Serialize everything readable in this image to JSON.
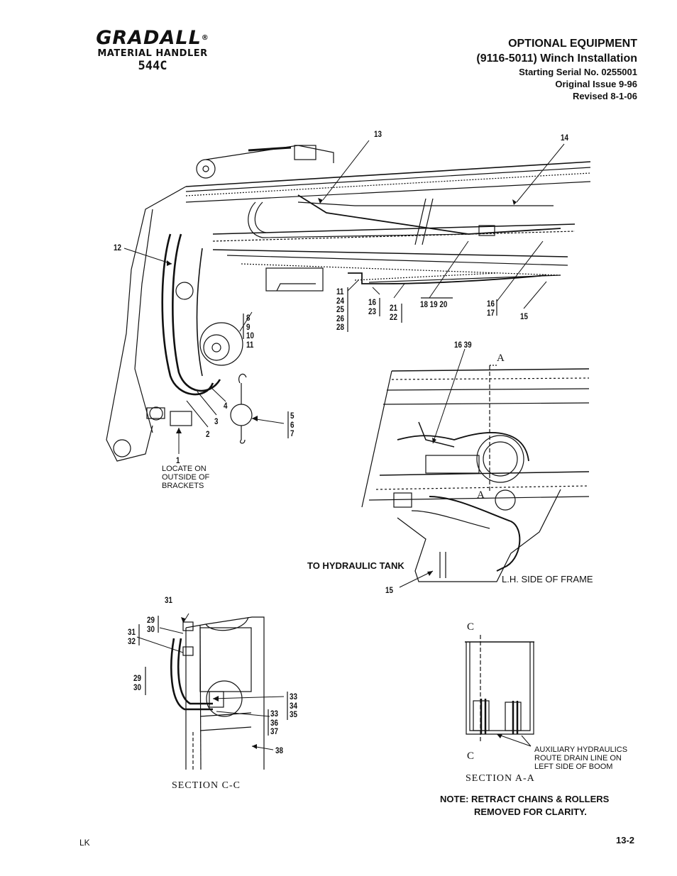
{
  "brand": {
    "logo": "GRADALL",
    "reg": "®",
    "line1": "MATERIAL HANDLER",
    "line2": "544C"
  },
  "header": {
    "title": "OPTIONAL EQUIPMENT",
    "subtitle": "(9116-5011) Winch Installation",
    "serial": "Starting Serial No. 0255001",
    "issue": "Original Issue 9-96",
    "revised": "Revised 8-1-06"
  },
  "callouts": {
    "c1": "1",
    "c2": "2",
    "c3": "3",
    "c4": "4",
    "c5": [
      "5",
      "6",
      "7"
    ],
    "c8": [
      "8",
      "9",
      "10",
      "11"
    ],
    "c11": [
      "11",
      "24",
      "25",
      "26",
      "28"
    ],
    "c12": "12",
    "c13": "13",
    "c14": "14",
    "c15a": "15",
    "c16a": [
      "16",
      "23"
    ],
    "c16b": [
      "16",
      "17"
    ],
    "c16c": "16  39",
    "c18": "18 19 20",
    "c21": [
      "21",
      "22"
    ],
    "c15b": "15",
    "c31a": "31",
    "c29a": [
      "29",
      "30"
    ],
    "c31b": [
      "31",
      "32"
    ],
    "c29b": [
      "29",
      "30"
    ],
    "c33a": [
      "33",
      "34",
      "35"
    ],
    "c33b": [
      "33",
      "36",
      "37"
    ],
    "c38": "38"
  },
  "notes": {
    "locate": [
      "LOCATE ON",
      "OUTSIDE OF",
      "BRACKETS"
    ],
    "tank": "TO HYDRAULIC TANK",
    "lh": "L.H. SIDE OF FRAME",
    "aux": [
      "AUXILIARY HYDRAULICS",
      "ROUTE DRAIN LINE ON",
      "LEFT SIDE OF BOOM"
    ],
    "retract1": "NOTE:  RETRACT CHAINS & ROLLERS",
    "retract2": "REMOVED  FOR CLARITY."
  },
  "sections": {
    "cc": "SECTION   C-C",
    "aa": "SECTION   A-A",
    "a": "A",
    "c": "C"
  },
  "footer": {
    "left": "LK",
    "page": "13-2"
  }
}
